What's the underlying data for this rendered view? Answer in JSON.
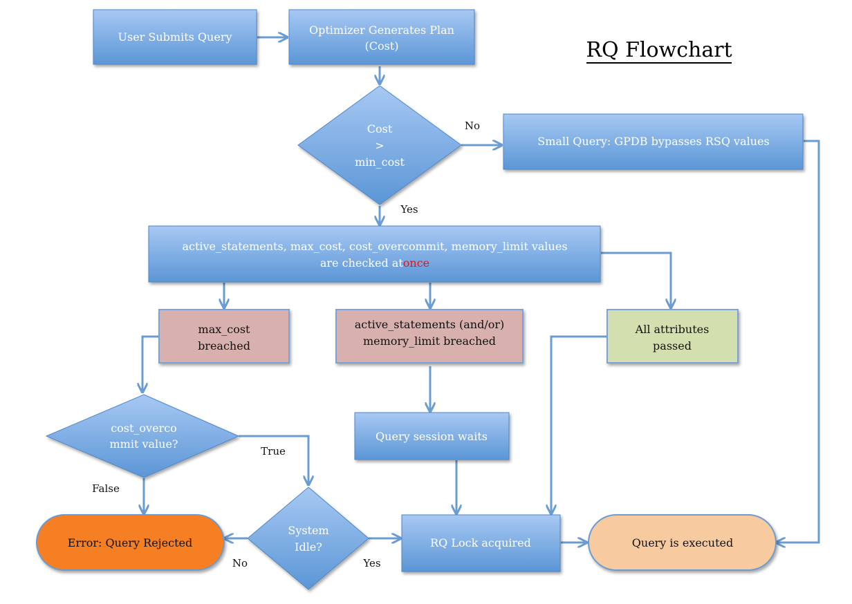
{
  "title": "RQ Flowchart",
  "colors": {
    "process_top": "#a7c8f3",
    "process_bottom": "#5b96d6",
    "process_border": "#4f87c7",
    "breached_fill": "#d8b0ad",
    "breached_border": "#7aa4d6",
    "passed_fill": "#d3dfae",
    "error_fill": "#f57f23",
    "executed_fill": "#f8caa0",
    "connector": "#6a9bd1",
    "highlight_text": "#e8121a"
  },
  "nodes": {
    "user_submits": {
      "lines": [
        "User Submits Query"
      ]
    },
    "optimizer": {
      "lines": [
        "Optimizer Generates Plan",
        "(Cost)"
      ]
    },
    "cost_decision": {
      "lines": [
        "Cost",
        ">",
        "min_cost"
      ]
    },
    "small_query": {
      "lines": [
        "Small Query: GPDB bypasses RSQ values"
      ]
    },
    "checks": {
      "line1": "active_statements, max_cost, cost_overcommit, memory_limit values",
      "line2_prefix": "are checked at",
      "line2_highlight": "once"
    },
    "max_cost_breached": {
      "lines": [
        "max_cost",
        "breached"
      ]
    },
    "active_breached": {
      "lines": [
        "active_statements (and/or)",
        "memory_limit breached"
      ]
    },
    "all_passed": {
      "lines": [
        "All attributes",
        "passed"
      ]
    },
    "overcommit_decision": {
      "lines": [
        "cost_overco",
        "mmit value?"
      ]
    },
    "session_waits": {
      "lines": [
        "Query session waits"
      ]
    },
    "system_idle": {
      "lines": [
        "System",
        "Idle?"
      ]
    },
    "error_rejected": {
      "lines": [
        "Error: Query Rejected"
      ]
    },
    "rq_lock": {
      "lines": [
        "RQ Lock acquired"
      ]
    },
    "executed": {
      "lines": [
        "Query is executed"
      ]
    }
  },
  "edge_labels": {
    "cost_no": "No",
    "cost_yes": "Yes",
    "overcommit_true": "True",
    "overcommit_false": "False",
    "idle_no": "No",
    "idle_yes": "Yes"
  }
}
